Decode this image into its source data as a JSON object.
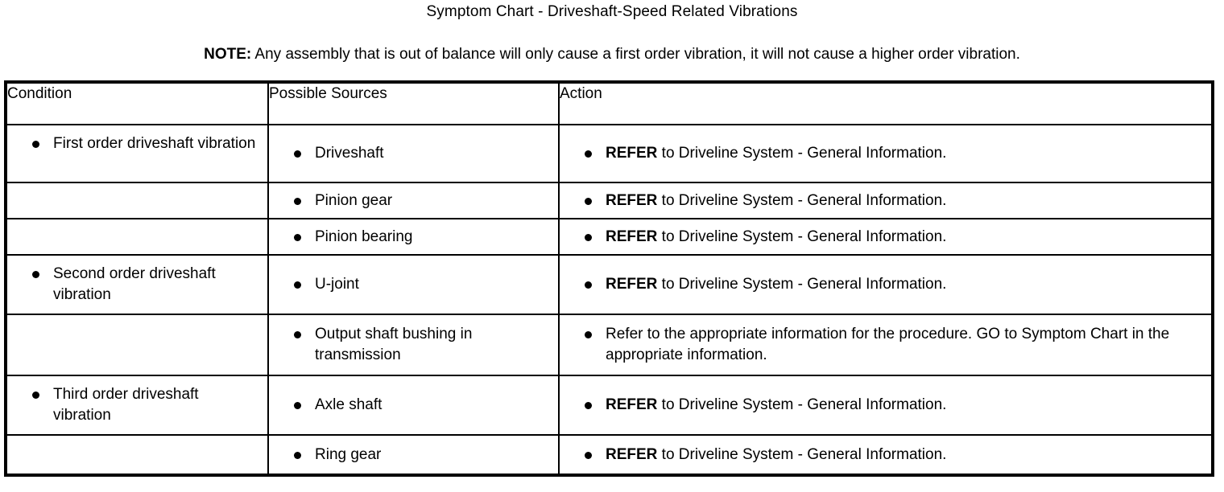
{
  "document": {
    "title": "Symptom Chart - Driveshaft-Speed Related Vibrations",
    "note_label": "NOTE:",
    "note_text": " Any assembly that is out of balance will only cause a first order vibration, it will not cause a higher order vibration."
  },
  "table": {
    "headers": {
      "condition": "Condition",
      "possible_sources": "Possible Sources",
      "action": "Action"
    },
    "rows": [
      {
        "condition": "First order driveshaft vibration",
        "source": "Driveshaft",
        "action_bold": "REFER",
        "action_rest": " to Driveline System - General Information."
      },
      {
        "condition": "",
        "source": "Pinion gear",
        "action_bold": "REFER",
        "action_rest": " to Driveline System - General Information."
      },
      {
        "condition": "",
        "source": "Pinion bearing",
        "action_bold": "REFER",
        "action_rest": " to Driveline System - General Information."
      },
      {
        "condition": "Second order driveshaft vibration",
        "source": "U-joint",
        "action_bold": "REFER",
        "action_rest": " to Driveline System - General Information."
      },
      {
        "condition": "",
        "source": "Output shaft bushing in transmission",
        "action_bold": "",
        "action_rest": "Refer to the appropriate information for the procedure. GO to Symptom Chart in the appropriate information."
      },
      {
        "condition": "Third order driveshaft vibration",
        "source": "Axle shaft",
        "action_bold": "REFER",
        "action_rest": " to Driveline System - General Information."
      },
      {
        "condition": "",
        "source": "Ring gear",
        "action_bold": "REFER",
        "action_rest": " to Driveline System - General Information."
      }
    ]
  },
  "colors": {
    "border": "#000000",
    "text": "#000000",
    "background": "#ffffff"
  }
}
